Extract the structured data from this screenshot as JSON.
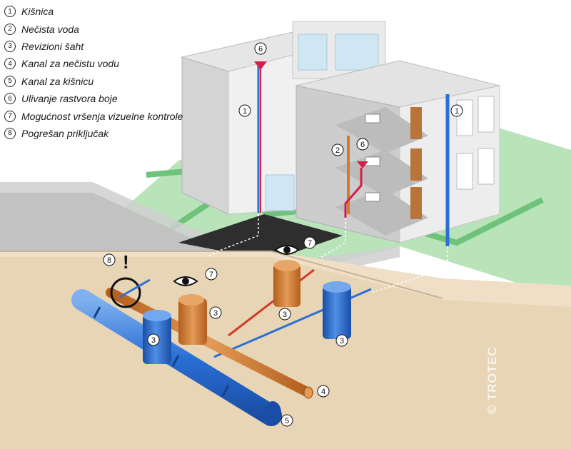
{
  "legend": [
    {
      "num": "1",
      "text": "Kišnica"
    },
    {
      "num": "2",
      "text": "Nečista voda"
    },
    {
      "num": "3",
      "text": "Revizioni šaht"
    },
    {
      "num": "4",
      "text": "Kanal za nečistu vodu"
    },
    {
      "num": "5",
      "text": "Kanal za kišnicu"
    },
    {
      "num": "6",
      "text": "Ulivanje rastvora boje"
    },
    {
      "num": "7",
      "text": "Mogućnost vršenja vizuelne kontrole"
    },
    {
      "num": "8",
      "text": "Pogrešan priključak"
    }
  ],
  "callouts": {
    "c1a": "1",
    "c1b": "1",
    "c2": "2",
    "c6a": "6",
    "c6b": "6",
    "c7a": "7",
    "c7b": "7",
    "c3a": "3",
    "c3b": "3",
    "c3c": "3",
    "c3d": "3",
    "c4": "4",
    "c5": "5",
    "c8": "8"
  },
  "warning_mark": "!",
  "copyright": "© TROTEC",
  "colors": {
    "rain": "#2a6fd6",
    "waste": "#d47a2c",
    "dye": "#d41f4a",
    "grass": "#9fd8a0",
    "soil": "#eddcc2"
  }
}
